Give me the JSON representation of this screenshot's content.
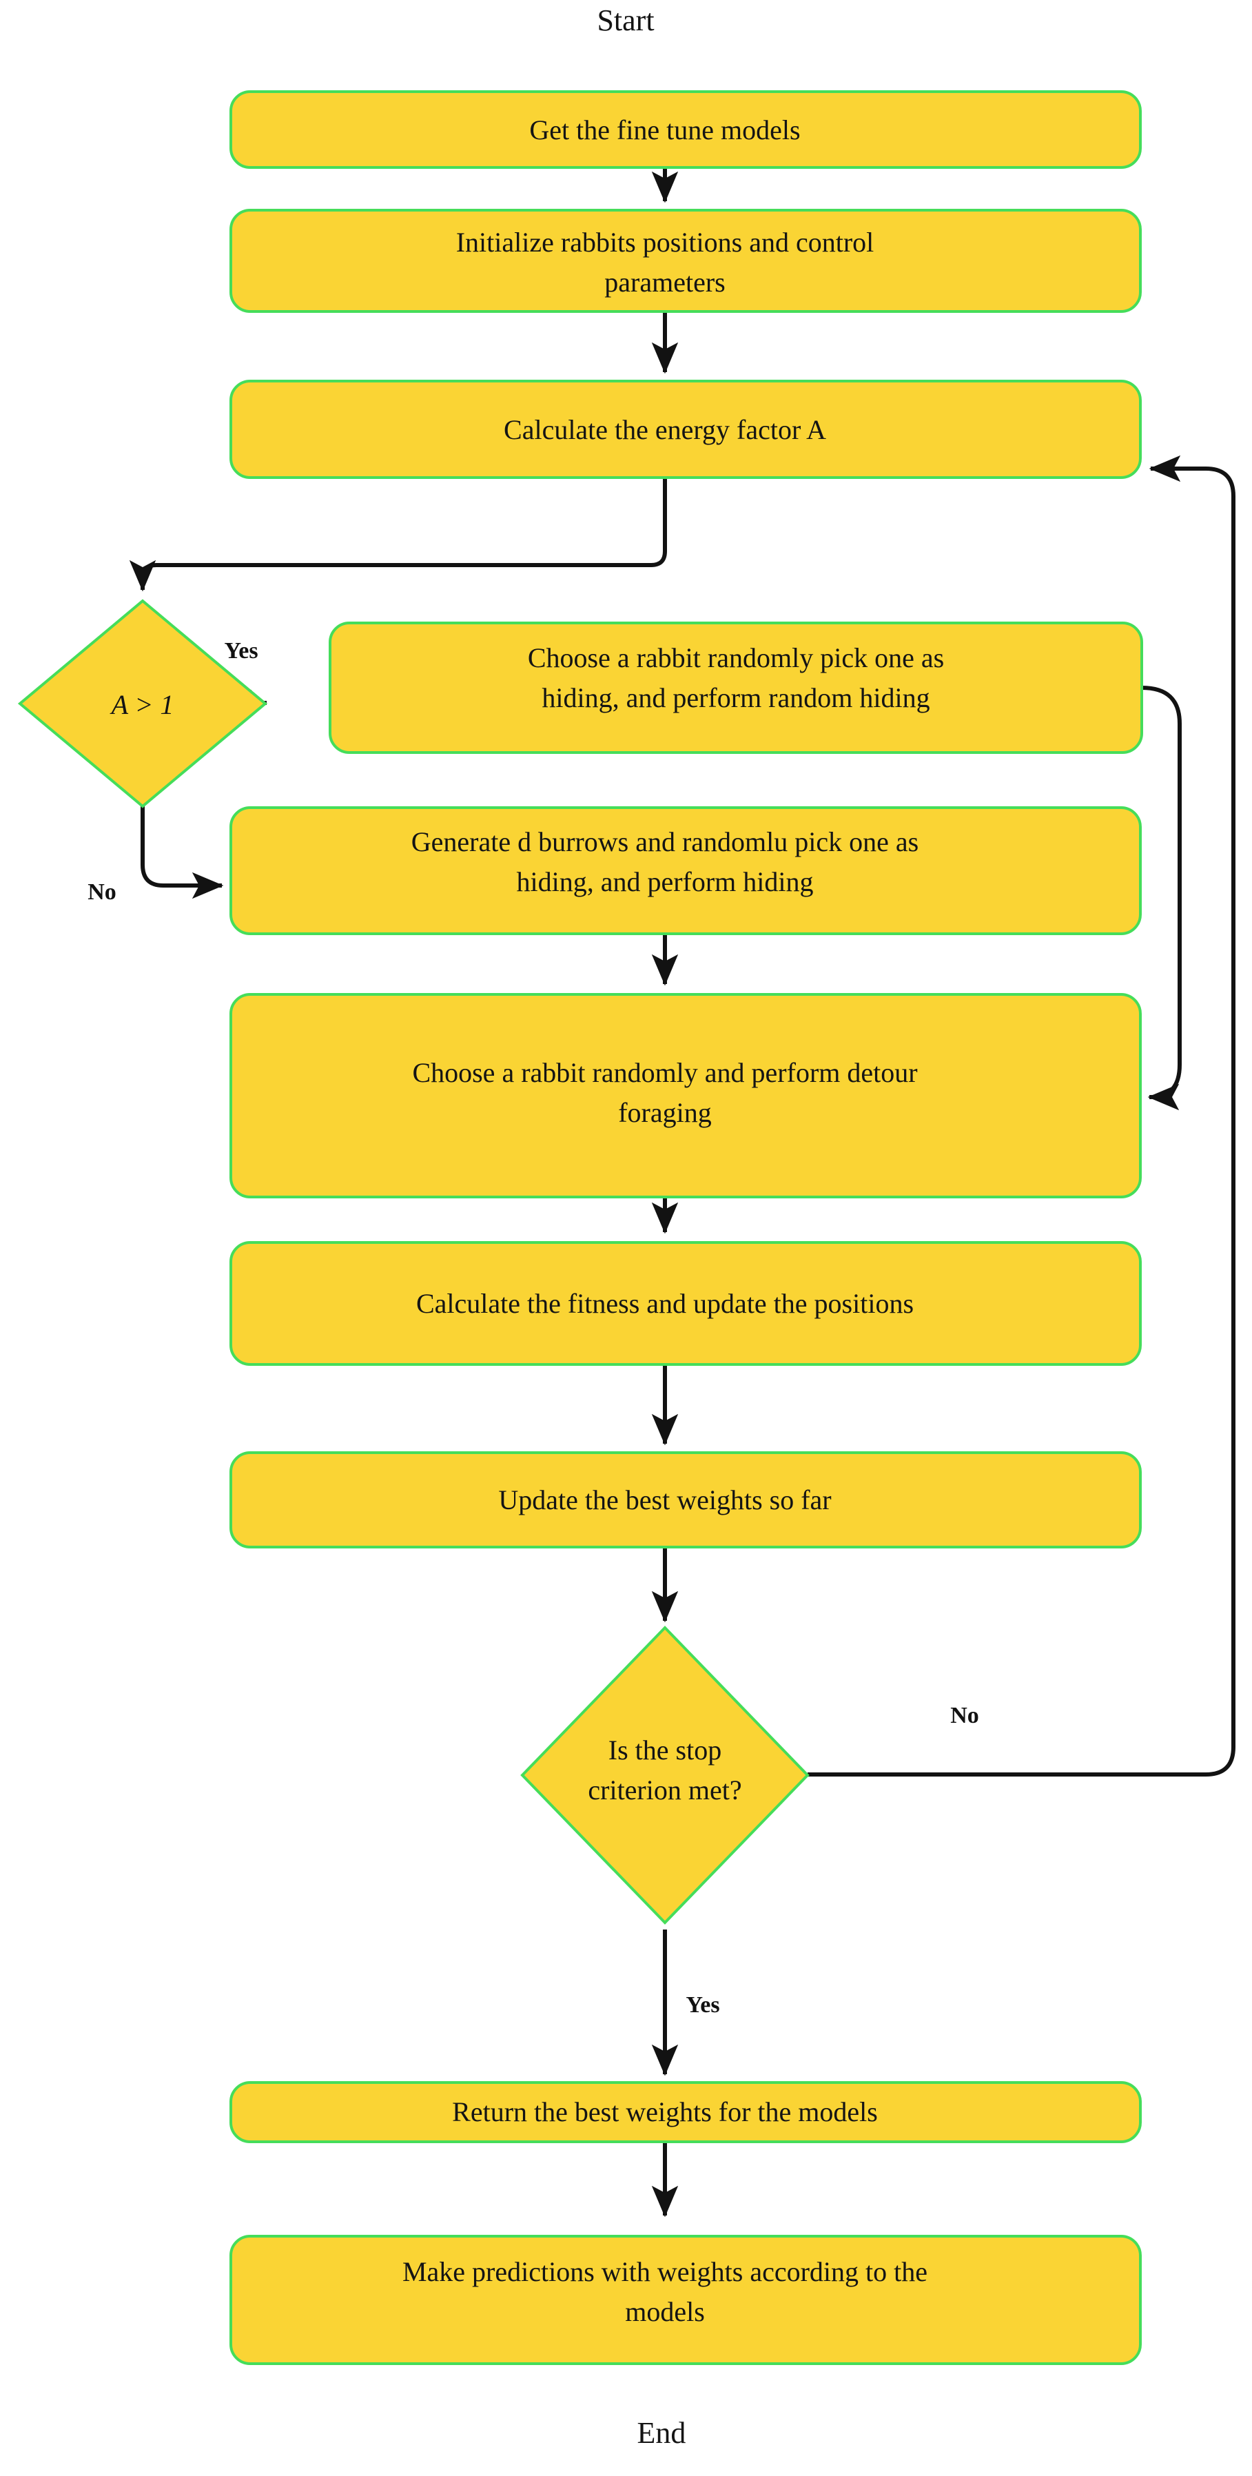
{
  "diagram": {
    "title_start": "Start",
    "title_end": "End",
    "accent_fill": "#FAD434",
    "accent_stroke": "#45DD5A",
    "edge_color": "#121212",
    "background": "#ffffff"
  },
  "nodes": [
    {
      "id": "start",
      "type": "terminal",
      "label": "Start"
    },
    {
      "id": "get-models",
      "type": "process",
      "lines": [
        "Get the fine tune models"
      ]
    },
    {
      "id": "init-rabbits",
      "type": "process",
      "lines": [
        "Initialize rabbits positions and control",
        "parameters"
      ]
    },
    {
      "id": "energy-factor",
      "type": "process",
      "lines": [
        "Calculate the energy factor A"
      ]
    },
    {
      "id": "a-greater-1",
      "type": "decision",
      "lines": [
        "A > 1"
      ]
    },
    {
      "id": "random-hiding",
      "type": "process",
      "lines": [
        "Choose a rabbit randomly pick one as",
        "hiding, and perform random hiding"
      ]
    },
    {
      "id": "generate-burrows",
      "type": "process",
      "lines": [
        "Generate d burrows and randomlu pick one as",
        "hiding, and perform hiding"
      ]
    },
    {
      "id": "detour-foraging",
      "type": "process",
      "lines": [
        "Choose a rabbit randomly and perform detour",
        "foraging"
      ]
    },
    {
      "id": "calc-fitness",
      "type": "process",
      "lines": [
        "Calculate the fitness and update the positions"
      ]
    },
    {
      "id": "update-best",
      "type": "process",
      "lines": [
        "Update the best weights so far"
      ]
    },
    {
      "id": "stop-criterion",
      "type": "decision",
      "lines": [
        "Is the stop",
        "criterion met?"
      ]
    },
    {
      "id": "return-weights",
      "type": "process",
      "lines": [
        "Return the best weights for the models"
      ]
    },
    {
      "id": "make-predictions",
      "type": "process",
      "lines": [
        "Make predictions with weights according to the",
        "models"
      ]
    },
    {
      "id": "end",
      "type": "terminal",
      "label": "End"
    }
  ],
  "edge_labels": {
    "a_yes": "Yes",
    "a_no": "No",
    "stop_no": "No",
    "stop_yes": "Yes"
  }
}
